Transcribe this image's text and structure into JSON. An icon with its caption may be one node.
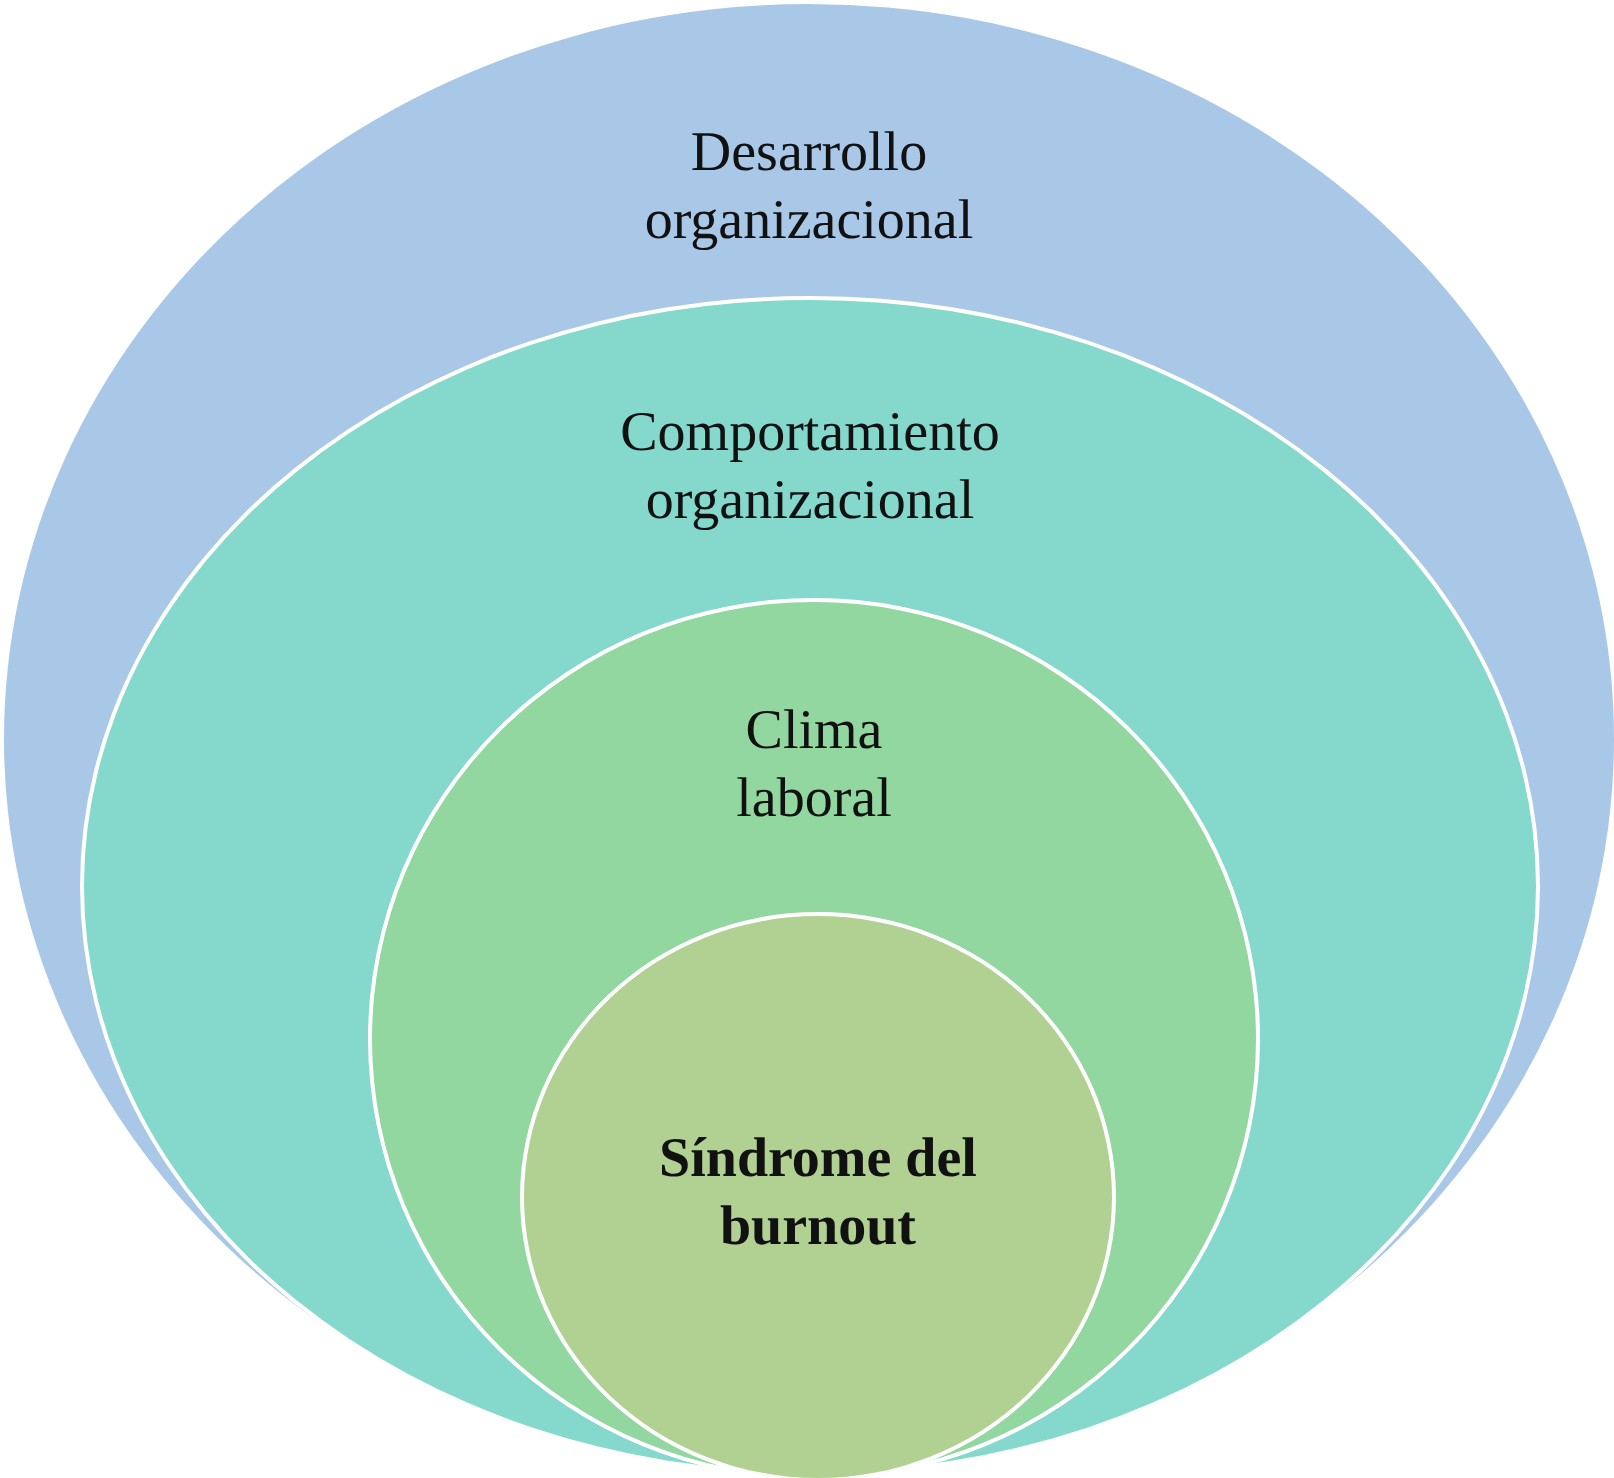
{
  "diagram": {
    "nodes": [
      {
        "text": [
          "Desarrollo organizacional"
        ]
      },
      {
        "text": [
          "Comportamiento organizacional"
        ],
        "in": 0
      },
      {
        "text": [
          "Clima laboral"
        ],
        "in": 1
      },
      {
        "text": [
          "Síndrome del burnout"
        ],
        "in": 2
      }
    ]
  }
}
